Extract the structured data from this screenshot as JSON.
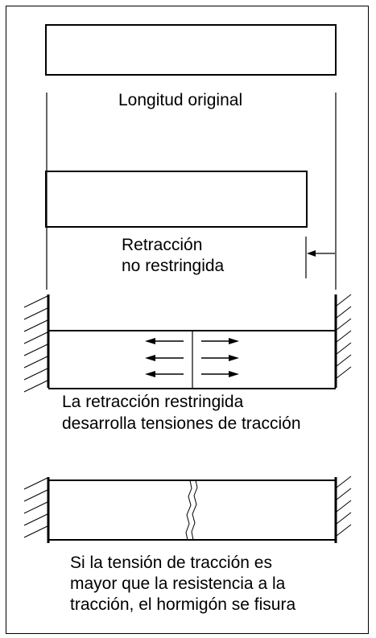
{
  "diagram": {
    "label_original": "Longitud original",
    "label_unrestrained": [
      "Retracción",
      "no restringida"
    ],
    "label_restrained": [
      "La retracción restringida",
      "desarrolla tensiones de tracción"
    ],
    "label_cracking": [
      "Si la tensión de tracción es",
      "mayor que la resistencia a la",
      "tracción, el hormigón se fisura"
    ],
    "colors": {
      "line": "#000000",
      "background": "#ffffff"
    }
  }
}
